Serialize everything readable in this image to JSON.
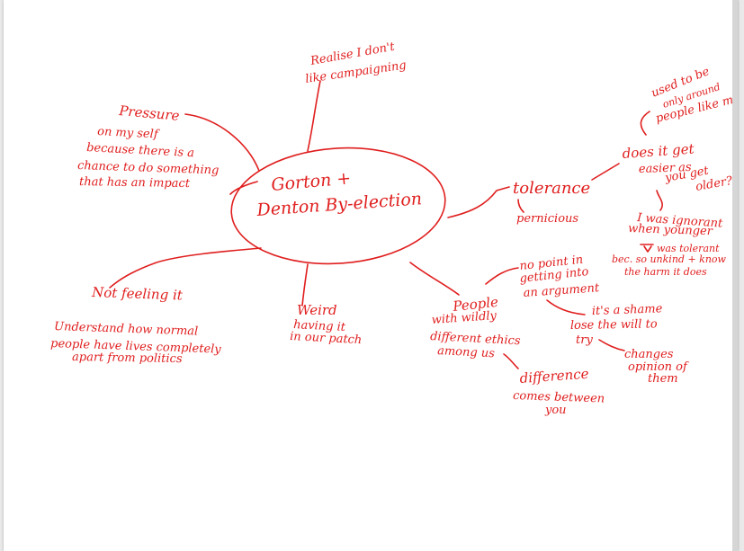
{
  "colors": {
    "ink": "#e01e1e",
    "page": "#ffffff",
    "backdrop": "#e9e9e9"
  },
  "center": {
    "line1": "Gorton +",
    "line2": "Denton By-election"
  },
  "campaigning": {
    "line1": "Realise I don't",
    "line2": "like campaigning"
  },
  "pressure": {
    "title": "Pressure",
    "line1": "on my self",
    "line2": "because there is a",
    "line3": "chance to do something",
    "line4": "that has an impact"
  },
  "not_feeling": {
    "title": "Not feeling it",
    "line1": "Understand how normal",
    "line2": "people have lives completely",
    "line3": "apart from politics"
  },
  "weird": {
    "line1": "Weird",
    "line2": "having it",
    "line3": "in our patch"
  },
  "people": {
    "title": "People",
    "line1": "with wildly",
    "line2": "different ethics",
    "line3": "among us"
  },
  "no_point": {
    "line1": "no point in",
    "line2": "getting into",
    "line3": "an argument"
  },
  "shame": {
    "line1": "it's a shame",
    "line2": "lose the will to",
    "line3": "try"
  },
  "changes": {
    "line1": "changes",
    "line2": "opinion of",
    "line3": "them"
  },
  "difference": {
    "line1": "difference",
    "line2": "comes between",
    "line3": "you"
  },
  "tolerance": {
    "title": "tolerance",
    "sub": "pernicious"
  },
  "used_to": {
    "line1": "used to be",
    "line2": "only around",
    "line3": "people like me"
  },
  "easier": {
    "line1": "does it get",
    "line2": "easier as",
    "line3": "you get",
    "line4": "older?"
  },
  "ignorant": {
    "line1": "I was ignorant",
    "line2": "when younger",
    "line3": "was tolerant",
    "line4": "bec. so unkind + know",
    "line5": "the harm it does"
  }
}
